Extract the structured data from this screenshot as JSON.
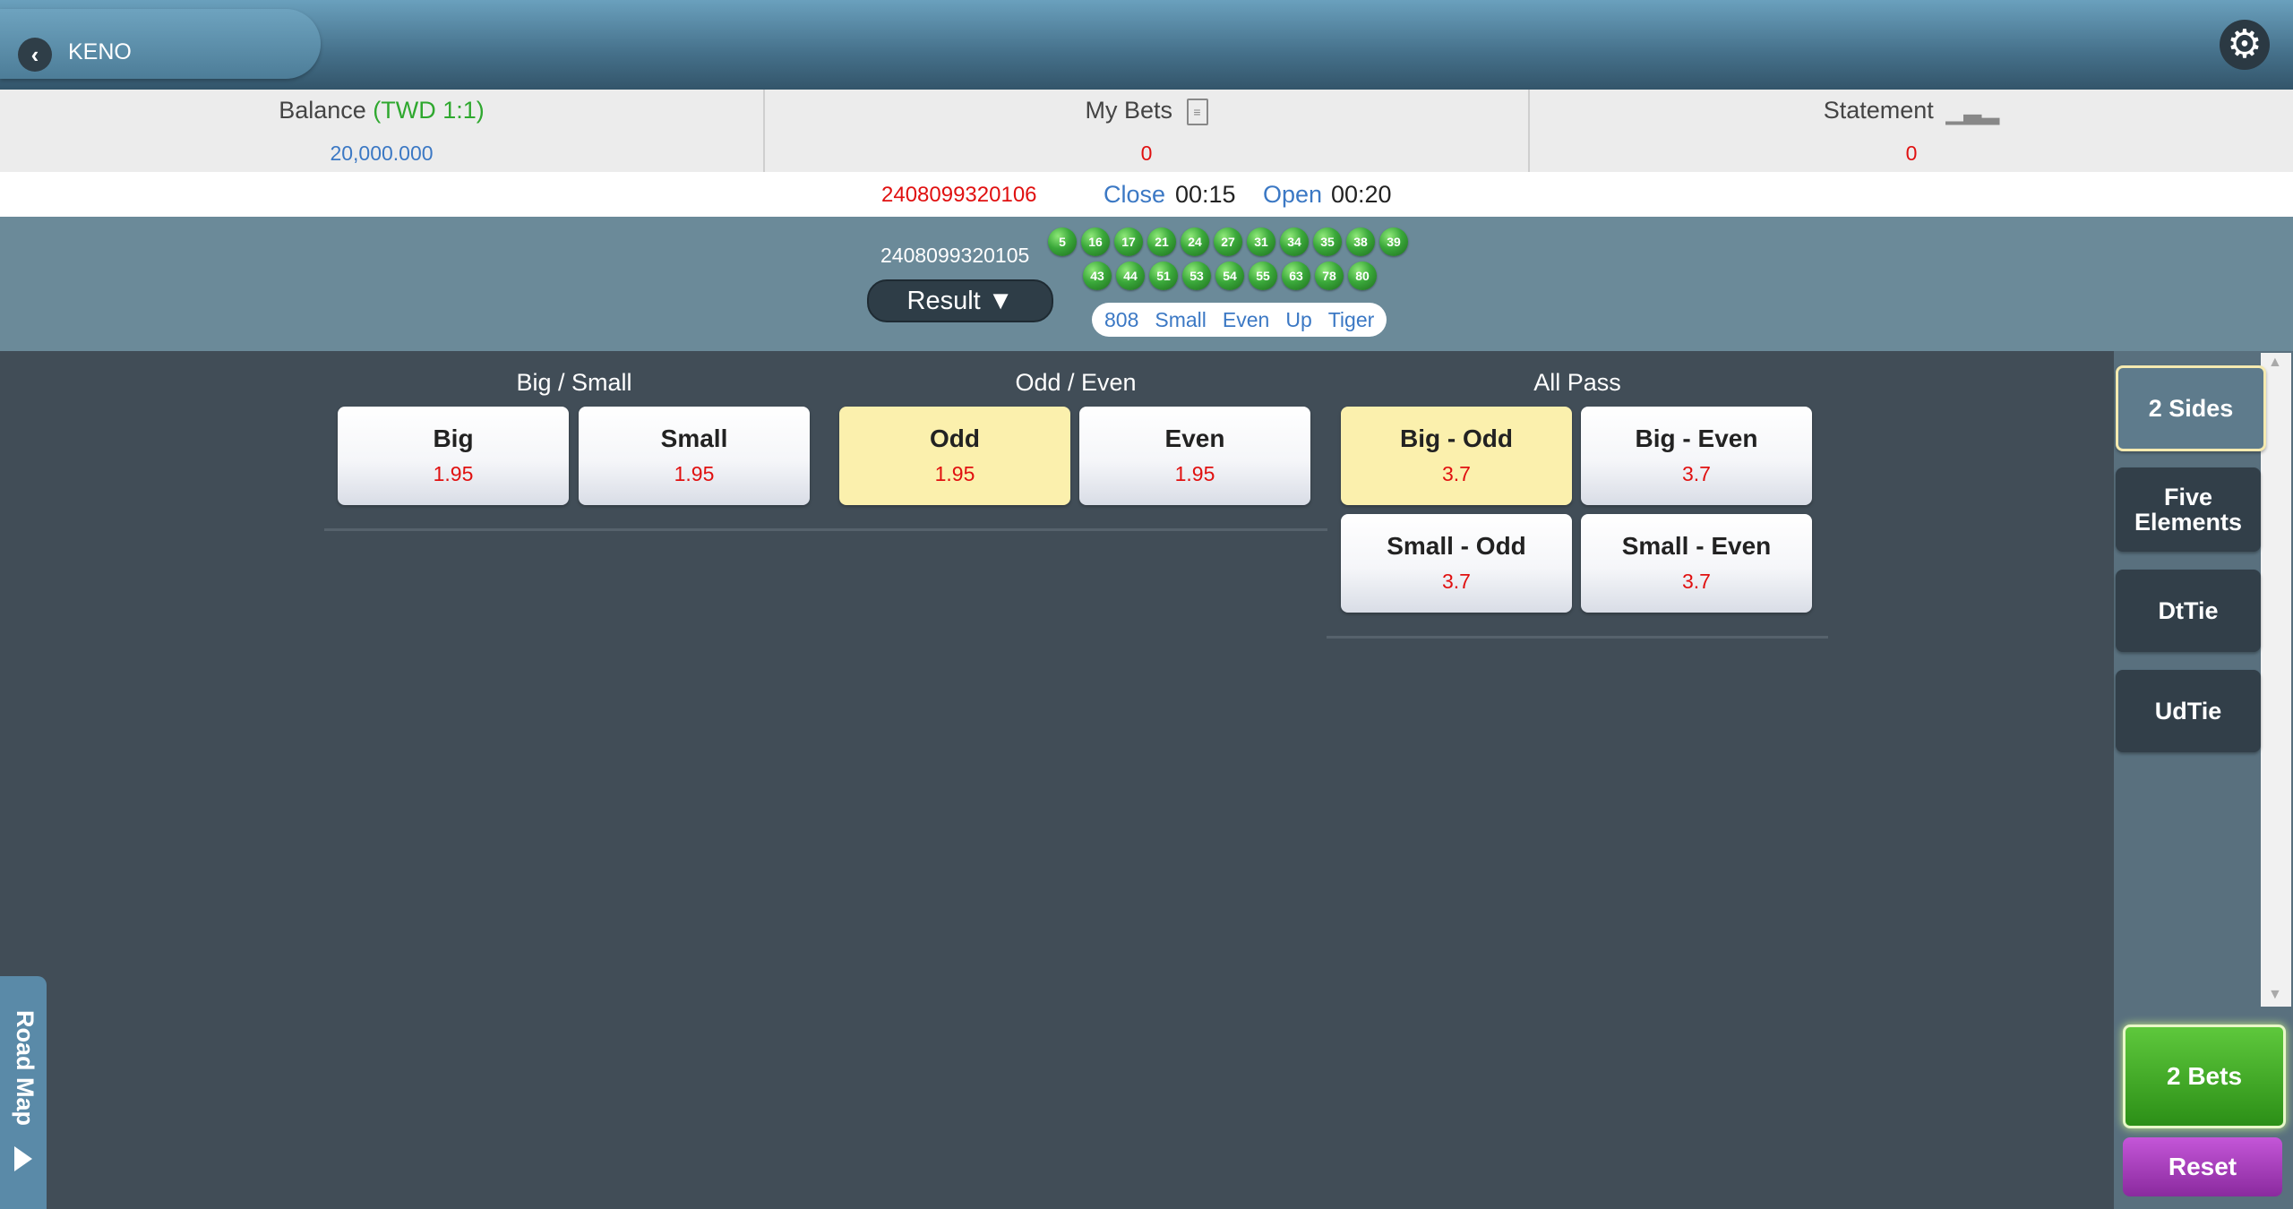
{
  "header": {
    "title": "KENO",
    "back_icon": "chevron-left-icon",
    "settings_icon": "gear-icon"
  },
  "info": {
    "balance_label": "Balance",
    "currency": "(TWD 1:1)",
    "balance_value": "20,000.000",
    "my_bets_label": "My Bets",
    "my_bets_value": "0",
    "statement_label": "Statement",
    "statement_value": "0"
  },
  "round": {
    "current": "2408099320106",
    "close_label": "Close",
    "close_time": "00:15",
    "open_label": "Open",
    "open_time": "00:20"
  },
  "result": {
    "previous_round": "2408099320105",
    "button_label": "Result ▼",
    "balls_row1": [
      "5",
      "16",
      "17",
      "21",
      "24",
      "27",
      "31",
      "34",
      "35",
      "38",
      "39"
    ],
    "balls_row2": [
      "43",
      "44",
      "51",
      "53",
      "54",
      "55",
      "63",
      "78",
      "80"
    ],
    "tags": [
      "808",
      "Small",
      "Even",
      "Up",
      "Tiger"
    ]
  },
  "groups": {
    "big_small": {
      "title": "Big / Small",
      "bets": [
        {
          "label": "Big",
          "odds": "1.95"
        },
        {
          "label": "Small",
          "odds": "1.95"
        }
      ]
    },
    "odd_even": {
      "title": "Odd / Even",
      "bets": [
        {
          "label": "Odd",
          "odds": "1.95"
        },
        {
          "label": "Even",
          "odds": "1.95"
        }
      ]
    },
    "all_pass": {
      "title": "All Pass",
      "bets": [
        {
          "label": "Big - Odd",
          "odds": "3.7"
        },
        {
          "label": "Big - Even",
          "odds": "3.7"
        },
        {
          "label": "Small - Odd",
          "odds": "3.7"
        },
        {
          "label": "Small - Even",
          "odds": "3.7"
        }
      ]
    }
  },
  "side_tabs": [
    "2 Sides",
    "Five Elements",
    "DtTie",
    "UdTie"
  ],
  "actions": {
    "bets_label": "2 Bets",
    "reset_label": "Reset"
  },
  "roadmap": {
    "label": "Road Map"
  },
  "colors": {
    "selected_bet": "#fbf0ad",
    "odds": "#e01010",
    "bets_button": "#3aa520",
    "reset_button": "#a83ebd"
  }
}
